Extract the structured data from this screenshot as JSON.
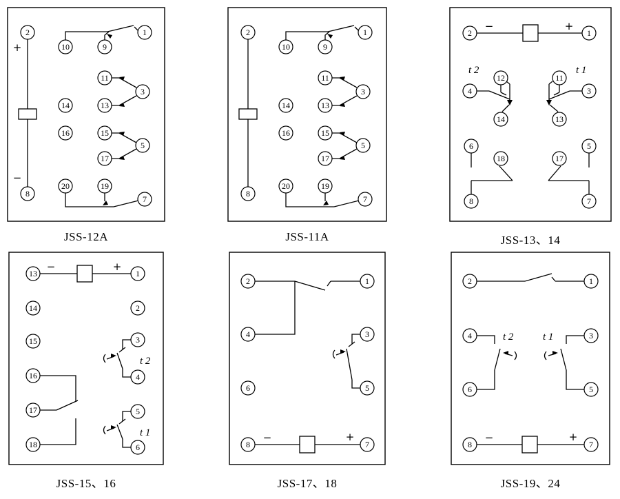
{
  "colors": {
    "line": "#000000",
    "background": "#ffffff"
  },
  "panels": {
    "p1": {
      "caption": "JSS-12A",
      "plus": "+",
      "minus": "−",
      "t": {
        "1": "1",
        "2": "2",
        "3": "3",
        "5": "5",
        "7": "7",
        "8": "8",
        "9": "9",
        "10": "10",
        "11": "11",
        "13": "13",
        "14": "14",
        "15": "15",
        "16": "16",
        "17": "17",
        "19": "19",
        "20": "20"
      }
    },
    "p2": {
      "caption": "JSS-11A",
      "t": {
        "1": "1",
        "2": "2",
        "3": "3",
        "5": "5",
        "7": "7",
        "8": "8",
        "9": "9",
        "10": "10",
        "11": "11",
        "13": "13",
        "14": "14",
        "15": "15",
        "16": "16",
        "17": "17",
        "19": "19",
        "20": "20"
      }
    },
    "p3": {
      "caption": "JSS-13、14",
      "plus": "+",
      "minus": "−",
      "t2_label": "t 2",
      "t1_label": "t 1",
      "t": {
        "1": "1",
        "2": "2",
        "3": "3",
        "4": "4",
        "5": "5",
        "6": "6",
        "7": "7",
        "8": "8",
        "11": "11",
        "12": "12",
        "13": "13",
        "14": "14",
        "17": "17",
        "18": "18"
      }
    },
    "p4": {
      "caption": "JSS-15、16",
      "plus": "+",
      "minus": "−",
      "t2_label": "t 2",
      "t1_label": "t 1",
      "t": {
        "1": "1",
        "2": "2",
        "3": "3",
        "4": "4",
        "5": "5",
        "6": "6",
        "13": "13",
        "14": "14",
        "15": "15",
        "16": "16",
        "17": "17",
        "18": "18"
      }
    },
    "p5": {
      "caption": "JSS-17、18",
      "plus": "+",
      "minus": "−",
      "t": {
        "1": "1",
        "2": "2",
        "3": "3",
        "4": "4",
        "5": "5",
        "6": "6",
        "7": "7",
        "8": "8"
      }
    },
    "p6": {
      "caption": "JSS-19、24",
      "plus": "+",
      "minus": "−",
      "t2_label": "t 2",
      "t1_label": "t 1",
      "t": {
        "1": "1",
        "2": "2",
        "3": "3",
        "4": "4",
        "5": "5",
        "6": "6",
        "7": "7",
        "8": "8"
      }
    }
  }
}
